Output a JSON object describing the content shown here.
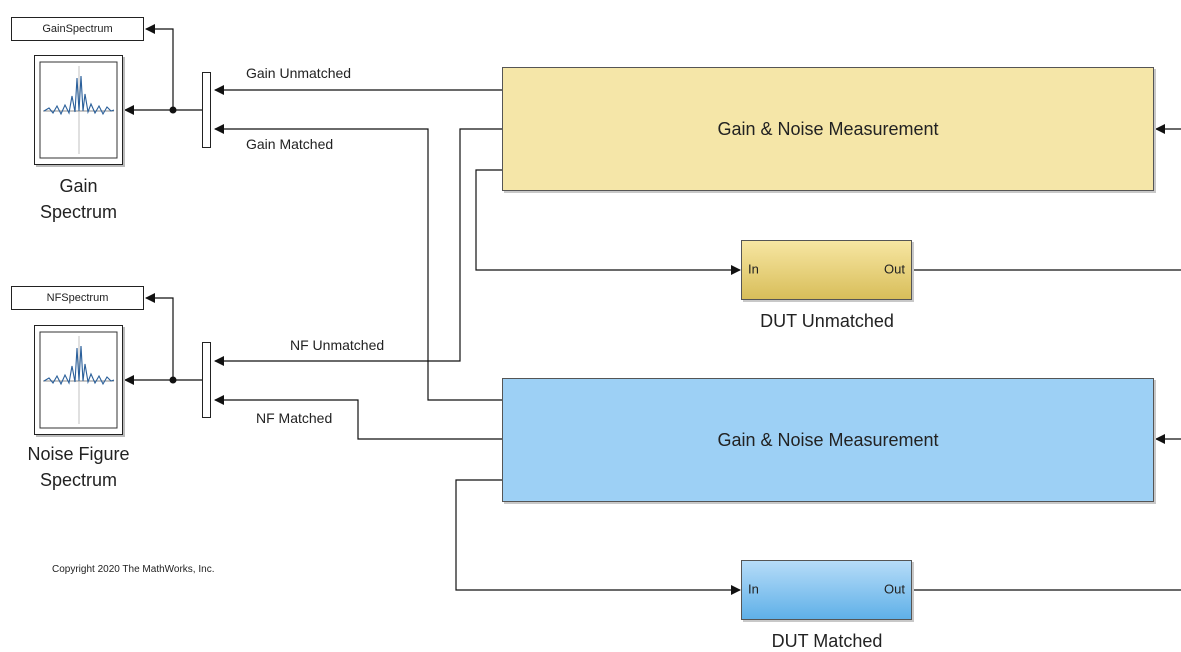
{
  "diagram": {
    "goto_blocks": {
      "gain": "GainSpectrum",
      "nf": "NFSpectrum"
    },
    "scopes": {
      "gain": {
        "line1": "Gain",
        "line2": "Spectrum",
        "icon": "spectrum-analyzer-icon"
      },
      "nf": {
        "line1": "Noise Figure",
        "line2": "Spectrum",
        "icon": "spectrum-analyzer-icon"
      }
    },
    "signals": {
      "gain_unmatched": "Gain Unmatched",
      "gain_matched": "Gain Matched",
      "nf_unmatched": "NF Unmatched",
      "nf_matched": "NF Matched"
    },
    "measurement_blocks": {
      "unmatched": {
        "label": "Gain & Noise Measurement",
        "color": "#f5e6a8"
      },
      "matched": {
        "label": "Gain & Noise Measurement",
        "color": "#9dd0f5"
      }
    },
    "duts": {
      "unmatched": {
        "name": "DUT Unmatched",
        "in_port": "In",
        "out_port": "Out",
        "color": "#e8cf78"
      },
      "matched": {
        "name": "DUT Matched",
        "in_port": "In",
        "out_port": "Out",
        "color": "#8cc8f2"
      }
    },
    "copyright": "Copyright 2020 The MathWorks, Inc."
  }
}
